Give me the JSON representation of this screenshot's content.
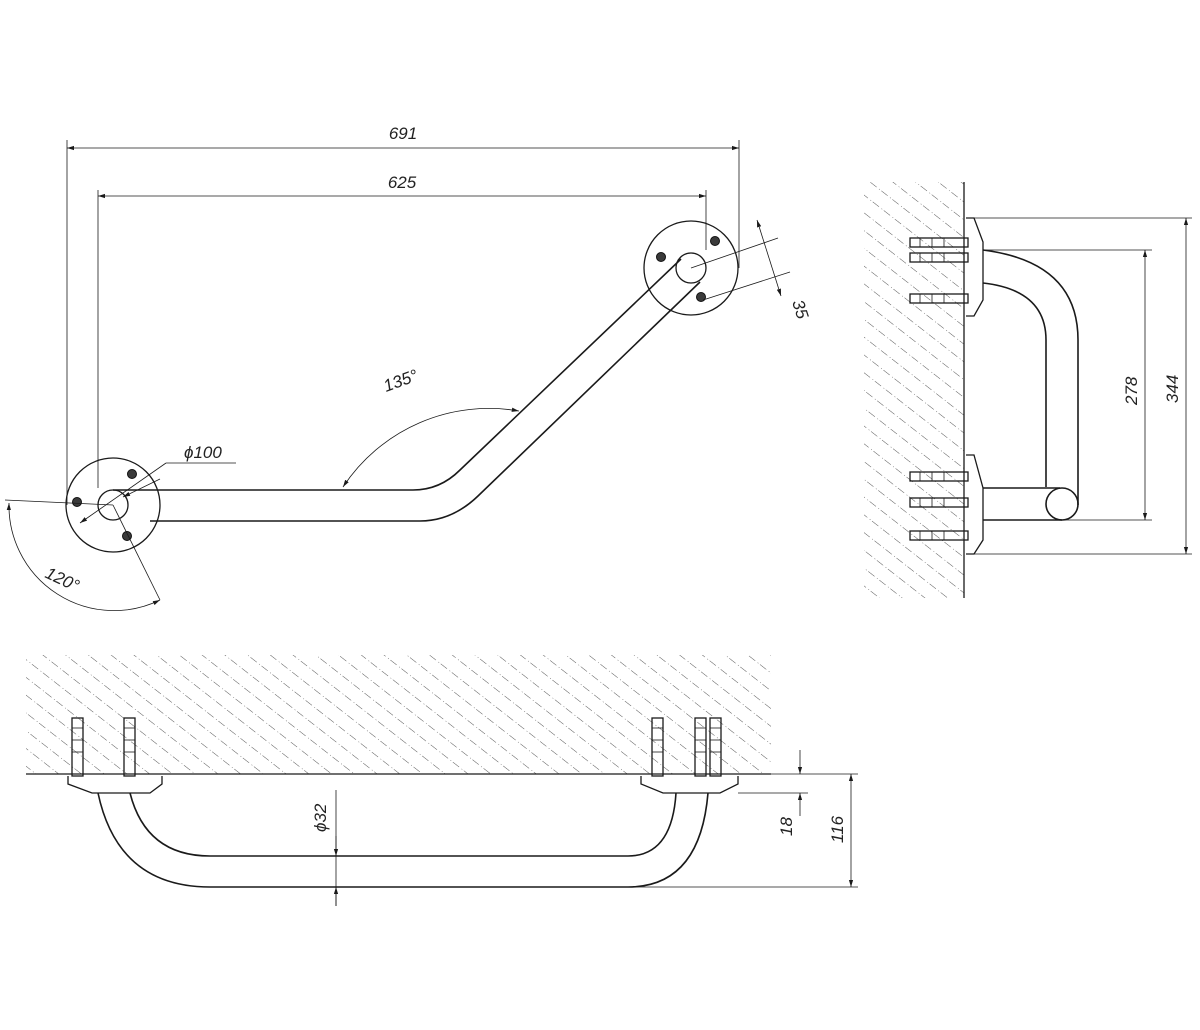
{
  "dimensions": {
    "total_width": "691",
    "center_distance": "625",
    "flange_hole_offset": "35",
    "bend_angle": "135°",
    "flange_diameter": "ϕ100",
    "hole_angle": "120°",
    "side_inner_height": "278",
    "side_total_height": "344",
    "tube_diameter": "ϕ32",
    "flange_depth": "18",
    "projection": "116"
  },
  "colors": {
    "line": "#1a1a1a",
    "background": "#ffffff"
  }
}
